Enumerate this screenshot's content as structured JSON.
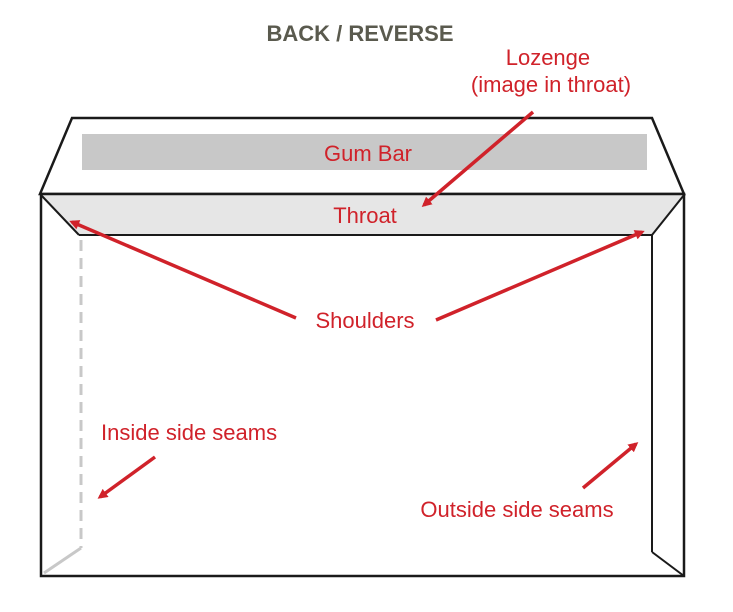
{
  "title": "BACK / REVERSE",
  "labels": {
    "lozenge_line1": "Lozenge",
    "lozenge_line2": "(image in throat)",
    "gum_bar": "Gum Bar",
    "throat": "Throat",
    "shoulders": "Shoulders",
    "inside_side_seams": "Inside side seams",
    "outside_side_seams": "Outside side seams"
  },
  "colors": {
    "title": "#5a5a4e",
    "annotation": "#d0222a",
    "outline": "#1a1a1a",
    "gum_bar_fill": "#c8c8c8",
    "throat_fill": "#e6e6e6",
    "inside_seam": "#c8c8c8"
  }
}
